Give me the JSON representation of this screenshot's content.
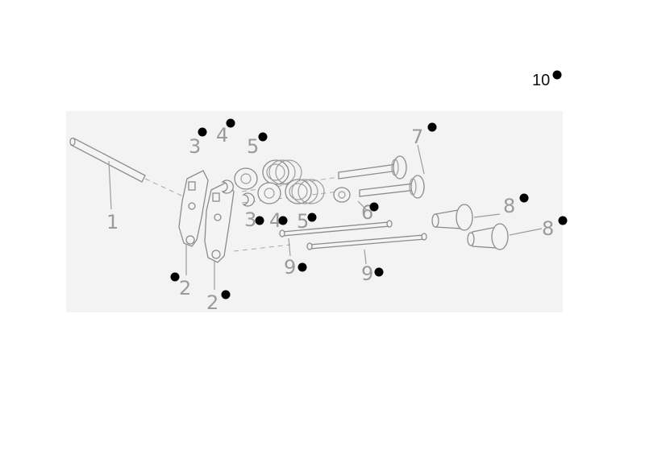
{
  "diagram": {
    "callouts": [
      {
        "id": "c1",
        "label": "1"
      },
      {
        "id": "c2a",
        "label": "2"
      },
      {
        "id": "c2b",
        "label": "2"
      },
      {
        "id": "c3a",
        "label": "3"
      },
      {
        "id": "c3b",
        "label": "3"
      },
      {
        "id": "c4a",
        "label": "4"
      },
      {
        "id": "c4b",
        "label": "4"
      },
      {
        "id": "c5a",
        "label": "5"
      },
      {
        "id": "c5b",
        "label": "5"
      },
      {
        "id": "c6",
        "label": "6"
      },
      {
        "id": "c7",
        "label": "7"
      },
      {
        "id": "c8a",
        "label": "8"
      },
      {
        "id": "c8b",
        "label": "8"
      },
      {
        "id": "c9a",
        "label": "9"
      },
      {
        "id": "c9b",
        "label": "9"
      },
      {
        "id": "c10",
        "label": "10"
      }
    ]
  }
}
